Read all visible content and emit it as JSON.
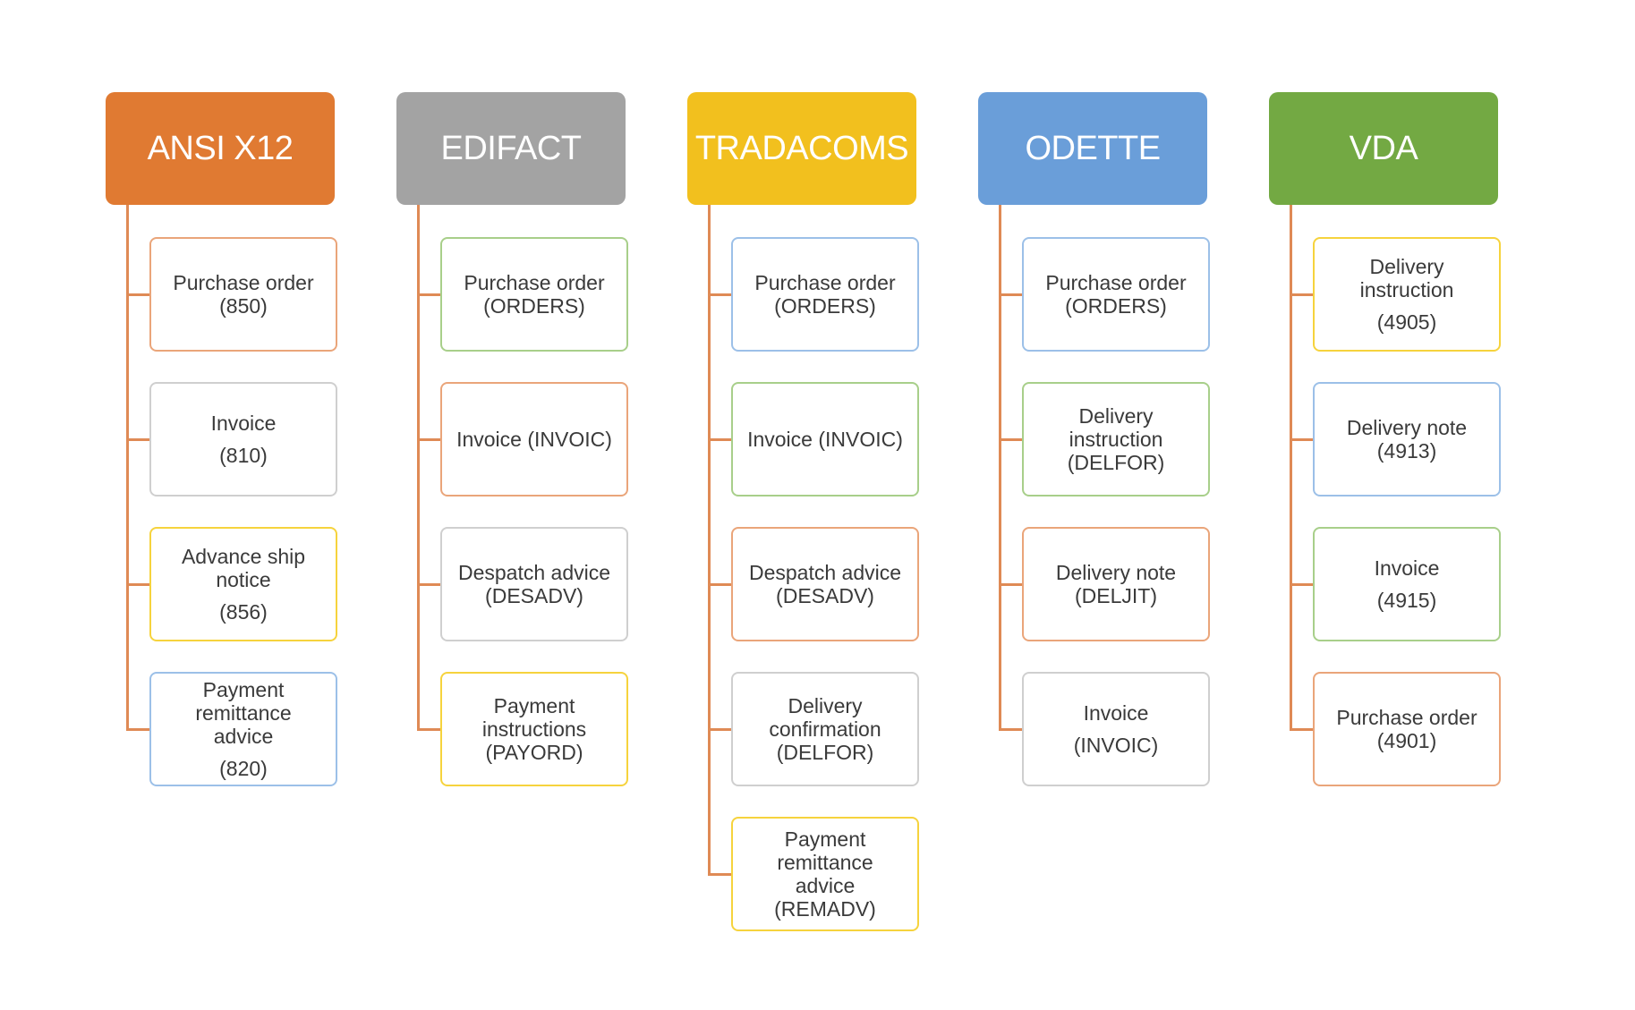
{
  "colors": {
    "connector": "#df8a55",
    "box_text": "#3a3a3a",
    "orange": "#e07a32",
    "gray": "#a3a3a3",
    "gold": "#f2c01e",
    "blue": "#6a9ed9",
    "green": "#73a943",
    "border_orange": "#eaa57a",
    "border_gray": "#cfcfcf",
    "border_yellow": "#f6d33d",
    "border_blue": "#9cc0e8",
    "border_green": "#a8cf8a"
  },
  "columns": [
    {
      "title": "ANSI X12",
      "color": "#e07a32",
      "items": [
        {
          "lines": [
            "Purchase order",
            "(850)"
          ],
          "border": "#eaa57a",
          "spaced": false
        },
        {
          "lines": [
            "Invoice",
            "(810)"
          ],
          "border": "#cfcfcf",
          "spaced": true
        },
        {
          "lines": [
            "Advance ship",
            "notice",
            "(856)"
          ],
          "border": "#f6d33d",
          "spaced": true
        },
        {
          "lines": [
            "Payment",
            "remittance",
            "advice",
            "(820)"
          ],
          "border": "#9cc0e8",
          "spaced": true
        }
      ]
    },
    {
      "title": "EDIFACT",
      "color": "#a3a3a3",
      "items": [
        {
          "lines": [
            "Purchase order",
            "(ORDERS)"
          ],
          "border": "#a8cf8a",
          "spaced": false
        },
        {
          "lines": [
            "Invoice (INVOIC)"
          ],
          "border": "#eaa57a",
          "spaced": false
        },
        {
          "lines": [
            "Despatch advice",
            "(DESADV)"
          ],
          "border": "#cfcfcf",
          "spaced": false
        },
        {
          "lines": [
            "Payment",
            "instructions",
            "(PAYORD)"
          ],
          "border": "#f6d33d",
          "spaced": false
        }
      ]
    },
    {
      "title": "TRADACOMS",
      "color": "#f2c01e",
      "items": [
        {
          "lines": [
            "Purchase order",
            "(ORDERS)"
          ],
          "border": "#9cc0e8",
          "spaced": false
        },
        {
          "lines": [
            "Invoice (INVOIC)"
          ],
          "border": "#a8cf8a",
          "spaced": false
        },
        {
          "lines": [
            "Despatch advice",
            "(DESADV)"
          ],
          "border": "#eaa57a",
          "spaced": false
        },
        {
          "lines": [
            "Delivery",
            "confirmation",
            "(DELFOR)"
          ],
          "border": "#cfcfcf",
          "spaced": false
        },
        {
          "lines": [
            "Payment",
            "remittance",
            "advice",
            "(REMADV)"
          ],
          "border": "#f6d33d",
          "spaced": false
        }
      ]
    },
    {
      "title": "ODETTE",
      "color": "#6a9ed9",
      "items": [
        {
          "lines": [
            "Purchase order",
            "(ORDERS)"
          ],
          "border": "#9cc0e8",
          "spaced": false
        },
        {
          "lines": [
            "Delivery",
            "instruction",
            "(DELFOR)"
          ],
          "border": "#a8cf8a",
          "spaced": false
        },
        {
          "lines": [
            "Delivery note",
            "(DELJIT)"
          ],
          "border": "#eaa57a",
          "spaced": false
        },
        {
          "lines": [
            "Invoice",
            "(INVOIC)"
          ],
          "border": "#cfcfcf",
          "spaced": true
        }
      ]
    },
    {
      "title": "VDA",
      "color": "#73a943",
      "items": [
        {
          "lines": [
            "Delivery",
            "instruction",
            "(4905)"
          ],
          "border": "#f6d33d",
          "spaced": true
        },
        {
          "lines": [
            "Delivery note",
            "(4913)"
          ],
          "border": "#9cc0e8",
          "spaced": false
        },
        {
          "lines": [
            "Invoice",
            "(4915)"
          ],
          "border": "#a8cf8a",
          "spaced": true
        },
        {
          "lines": [
            "Purchase order",
            "(4901)"
          ],
          "border": "#eaa57a",
          "spaced": false
        }
      ]
    }
  ]
}
